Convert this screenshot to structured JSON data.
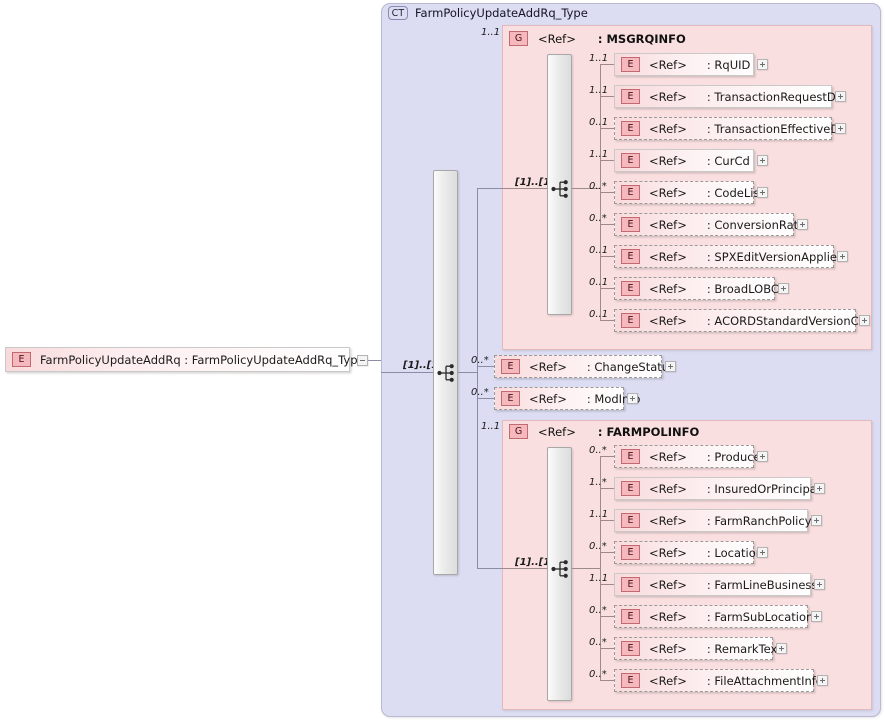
{
  "diagram": {
    "kind": "xsd-schema-tree",
    "root_element": {
      "tag": "E",
      "label": "FarmPolicyUpdateAddRq : FarmPolicyUpdateAddRq_Type",
      "toggle": "minus"
    },
    "complex_type": {
      "tag": "CT",
      "title": "FarmPolicyUpdateAddRq_Type",
      "sequence_mult": "[1]..[1]"
    },
    "children": [
      {
        "node_type": "group",
        "tag": "G",
        "ref": "<Ref>",
        "name": ": MSGRQINFO",
        "mult": "1..1",
        "sequence_mult": "[1]..[1]",
        "items": [
          {
            "tag": "E",
            "ref": "<Ref>",
            "name": ": RqUID",
            "mult": "1..1",
            "required": true,
            "toggle": "plus"
          },
          {
            "tag": "E",
            "ref": "<Ref>",
            "name": ": TransactionRequestDt",
            "mult": "1..1",
            "required": true,
            "toggle": "plus"
          },
          {
            "tag": "E",
            "ref": "<Ref>",
            "name": ": TransactionEffectiveDt",
            "mult": "0..1",
            "required": false,
            "toggle": "plus"
          },
          {
            "tag": "E",
            "ref": "<Ref>",
            "name": ": CurCd",
            "mult": "1..1",
            "required": true,
            "toggle": "plus"
          },
          {
            "tag": "E",
            "ref": "<Ref>",
            "name": ": CodeList",
            "mult": "0..*",
            "required": false,
            "toggle": "plus"
          },
          {
            "tag": "E",
            "ref": "<Ref>",
            "name": ": ConversionRate",
            "mult": "0..*",
            "required": false,
            "toggle": "plus"
          },
          {
            "tag": "E",
            "ref": "<Ref>",
            "name": ": SPXEditVersionApplied",
            "mult": "0..1",
            "required": false,
            "toggle": "plus"
          },
          {
            "tag": "E",
            "ref": "<Ref>",
            "name": ": BroadLOBCd",
            "mult": "0..1",
            "required": false,
            "toggle": "plus"
          },
          {
            "tag": "E",
            "ref": "<Ref>",
            "name": ": ACORDStandardVersionCd",
            "mult": "0..1",
            "required": false,
            "toggle": "plus"
          }
        ]
      },
      {
        "node_type": "element",
        "tag": "E",
        "ref": "<Ref>",
        "name": ": ChangeStatus",
        "mult": "0..*",
        "required": false,
        "toggle": "plus"
      },
      {
        "node_type": "element",
        "tag": "E",
        "ref": "<Ref>",
        "name": ": ModInfo",
        "mult": "0..*",
        "required": false,
        "toggle": "plus"
      },
      {
        "node_type": "group",
        "tag": "G",
        "ref": "<Ref>",
        "name": ": FARMPOLINFO",
        "mult": "1..1",
        "sequence_mult": "[1]..[1]",
        "items": [
          {
            "tag": "E",
            "ref": "<Ref>",
            "name": ": Producer",
            "mult": "0..*",
            "required": false,
            "toggle": "plus"
          },
          {
            "tag": "E",
            "ref": "<Ref>",
            "name": ": InsuredOrPrincipal",
            "mult": "1..*",
            "required": true,
            "toggle": "plus"
          },
          {
            "tag": "E",
            "ref": "<Ref>",
            "name": ": FarmRanchPolicy",
            "mult": "1..1",
            "required": true,
            "toggle": "plus"
          },
          {
            "tag": "E",
            "ref": "<Ref>",
            "name": ": Location",
            "mult": "0..*",
            "required": false,
            "toggle": "plus"
          },
          {
            "tag": "E",
            "ref": "<Ref>",
            "name": ": FarmLineBusiness",
            "mult": "1..1",
            "required": true,
            "toggle": "plus"
          },
          {
            "tag": "E",
            "ref": "<Ref>",
            "name": ": FarmSubLocation",
            "mult": "0..*",
            "required": false,
            "toggle": "plus"
          },
          {
            "tag": "E",
            "ref": "<Ref>",
            "name": ": RemarkText",
            "mult": "0..*",
            "required": false,
            "toggle": "plus"
          },
          {
            "tag": "E",
            "ref": "<Ref>",
            "name": ": FileAttachmentInfo",
            "mult": "0..*",
            "required": false,
            "toggle": "plus"
          }
        ]
      }
    ],
    "colors": {
      "element_accent": "#f5b8bd",
      "element_accent_border": "#c06a72",
      "group_fill": "#fadfe0",
      "complextype_fill": "#dcdcf2",
      "connector": "#8c8ca6"
    }
  }
}
